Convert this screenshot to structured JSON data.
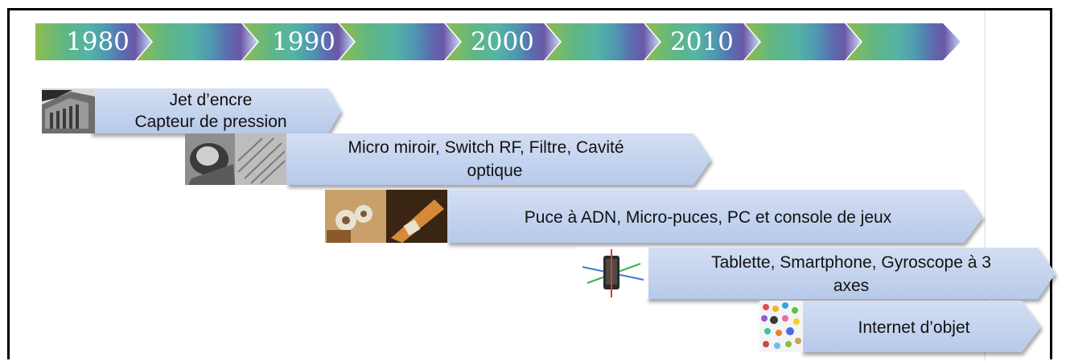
{
  "timeline": {
    "years": [
      {
        "label": "1980",
        "color": "#8fbd4e"
      },
      {
        "label": "1990",
        "color": "#63b77a"
      },
      {
        "label": "2000",
        "color": "#56b5a3"
      },
      {
        "label": "2010",
        "color": "#6f79b8"
      }
    ],
    "gradient_colors": [
      "#8fbd4e",
      "#5fb58a",
      "#4fa9b0",
      "#5a6fb0",
      "#6a5aa8",
      "#b8cdf0"
    ]
  },
  "milestones": [
    {
      "lines": [
        "Jet d’encre",
        "Capteur de pression"
      ],
      "image": "inkjet-printhead-photo"
    },
    {
      "lines": [
        "Micro miroir, Switch RF, Filtre, Cavité",
        "optique"
      ],
      "image": "micro-mirror-photos"
    },
    {
      "lines": [
        "Puce à ADN, Micro-puces, PC et console de jeux"
      ],
      "image": "dna-chip-photos"
    },
    {
      "lines": [
        "Tablette, Smartphone, Gyroscope à 3",
        "axes"
      ],
      "image": "smartphone-gyroscope-icon"
    },
    {
      "lines": [
        "Internet d’objet"
      ],
      "image": "iot-icons-collage"
    }
  ],
  "colors": {
    "bar_fill": "#c5d4ee",
    "bar_shadow": "#8a8a8a"
  }
}
